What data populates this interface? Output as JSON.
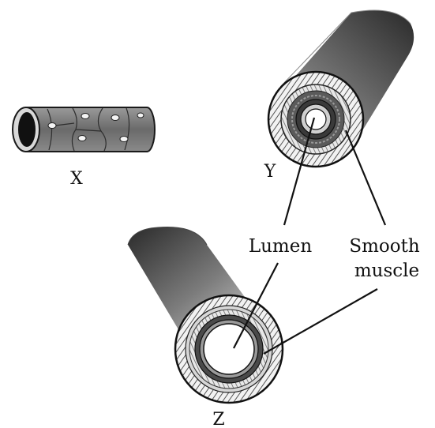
{
  "vessels": {
    "x": {
      "label": "X"
    },
    "y": {
      "label": "Y"
    },
    "z": {
      "label": "Z"
    }
  },
  "annotations": {
    "lumen": "Lumen",
    "smooth_muscle_line1": "Smooth",
    "smooth_muscle_line2": "muscle"
  }
}
